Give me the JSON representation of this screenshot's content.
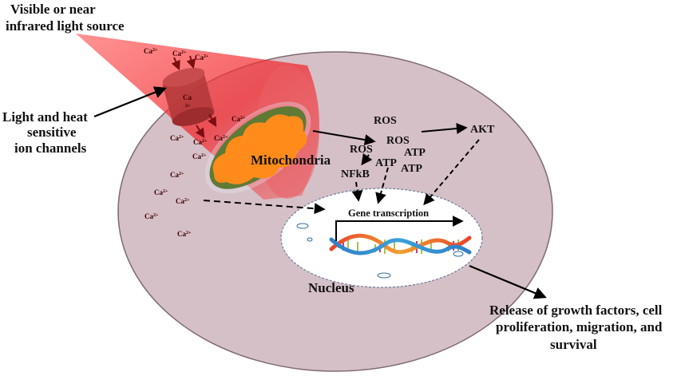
{
  "labels": {
    "light_source_line1": "Visible or near",
    "light_source_line2": "infrared light source",
    "ion_channels_line1": "Light and heat",
    "ion_channels_line2": "sensitive",
    "ion_channels_line3": "ion channels",
    "mitochondria": "Mitochondria",
    "nucleus": "Nucleus",
    "gene_transcription": "Gene transcription",
    "ros_1": "ROS",
    "ros_2": "ROS",
    "ros_3": "ROS",
    "atp_1": "ATP",
    "atp_2": "ATP",
    "atp_3": "ATP",
    "nfkb": "NFkB",
    "akt": "AKT",
    "outcome_line1": "Release of growth factors, cell",
    "outcome_line2": "proliferation, migration, and",
    "outcome_line3": "survival"
  },
  "ion": {
    "symbol": "Ca",
    "charge": "2+"
  },
  "colors": {
    "cell": "#d6c0c7",
    "cell_border": "#7d6a70",
    "light_beam": "#e8262b",
    "mito_outer": "#5f7a35",
    "mito_inner": "#ff8c1a",
    "nucleus": "#ffffff",
    "arrow": "#000000"
  }
}
